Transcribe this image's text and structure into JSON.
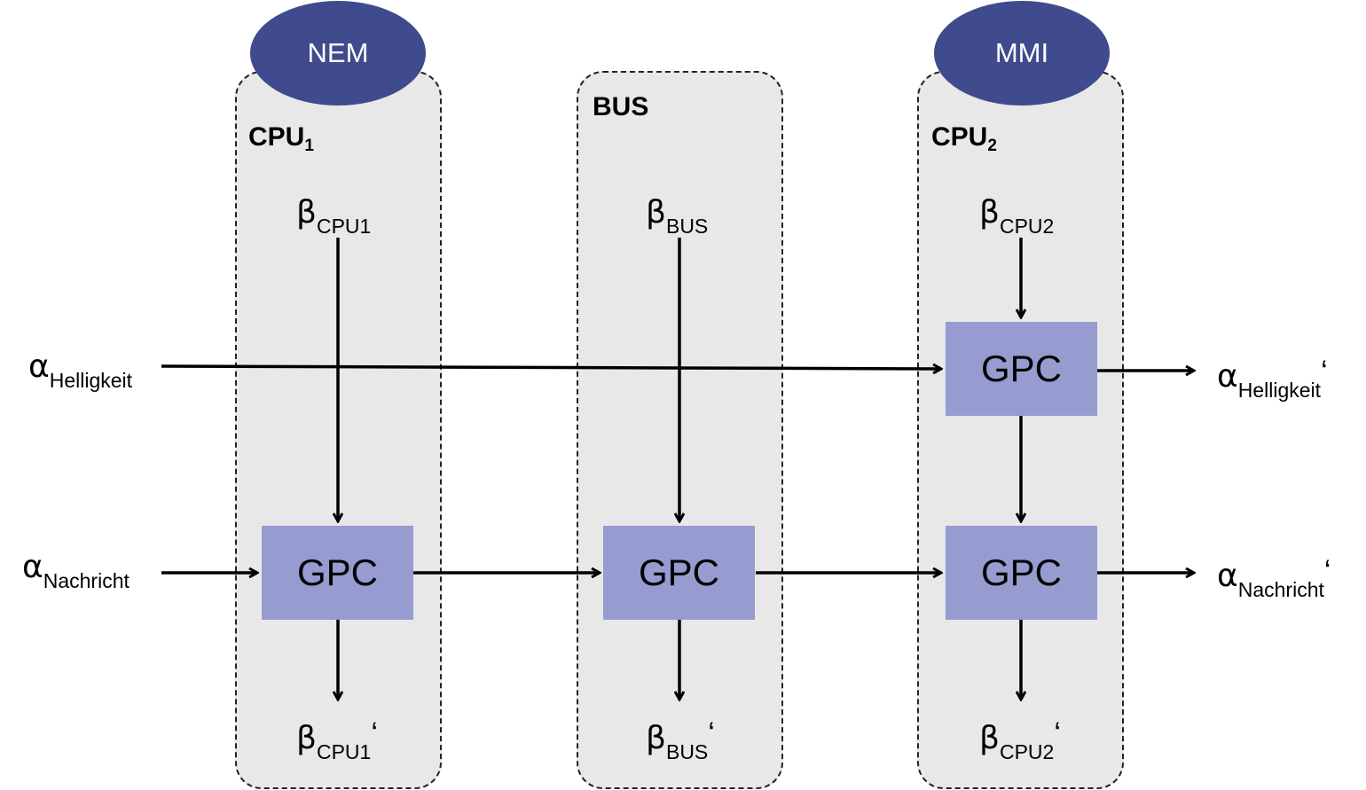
{
  "components": {
    "cpu1": {
      "title": "CPU",
      "title_sub": "1",
      "resource": "NEM",
      "beta_in": "CPU1",
      "beta_out": "CPU1"
    },
    "bus": {
      "title": "BUS",
      "beta_in": "BUS",
      "beta_out": "BUS"
    },
    "cpu2": {
      "title": "CPU",
      "title_sub": "2",
      "resource": "MMI",
      "beta_in": "CPU2",
      "beta_out": "CPU2"
    }
  },
  "gpc_label": "GPC",
  "symbols": {
    "alpha": "α",
    "beta": "β",
    "prime": "‘"
  },
  "streams": {
    "helligkeit": "Helligkeit",
    "nachricht": "Nachricht"
  },
  "colors": {
    "panel": "#e8e8e8",
    "oval": "#404b8e",
    "gpc": "#969ccf",
    "arrow": "#000000"
  }
}
